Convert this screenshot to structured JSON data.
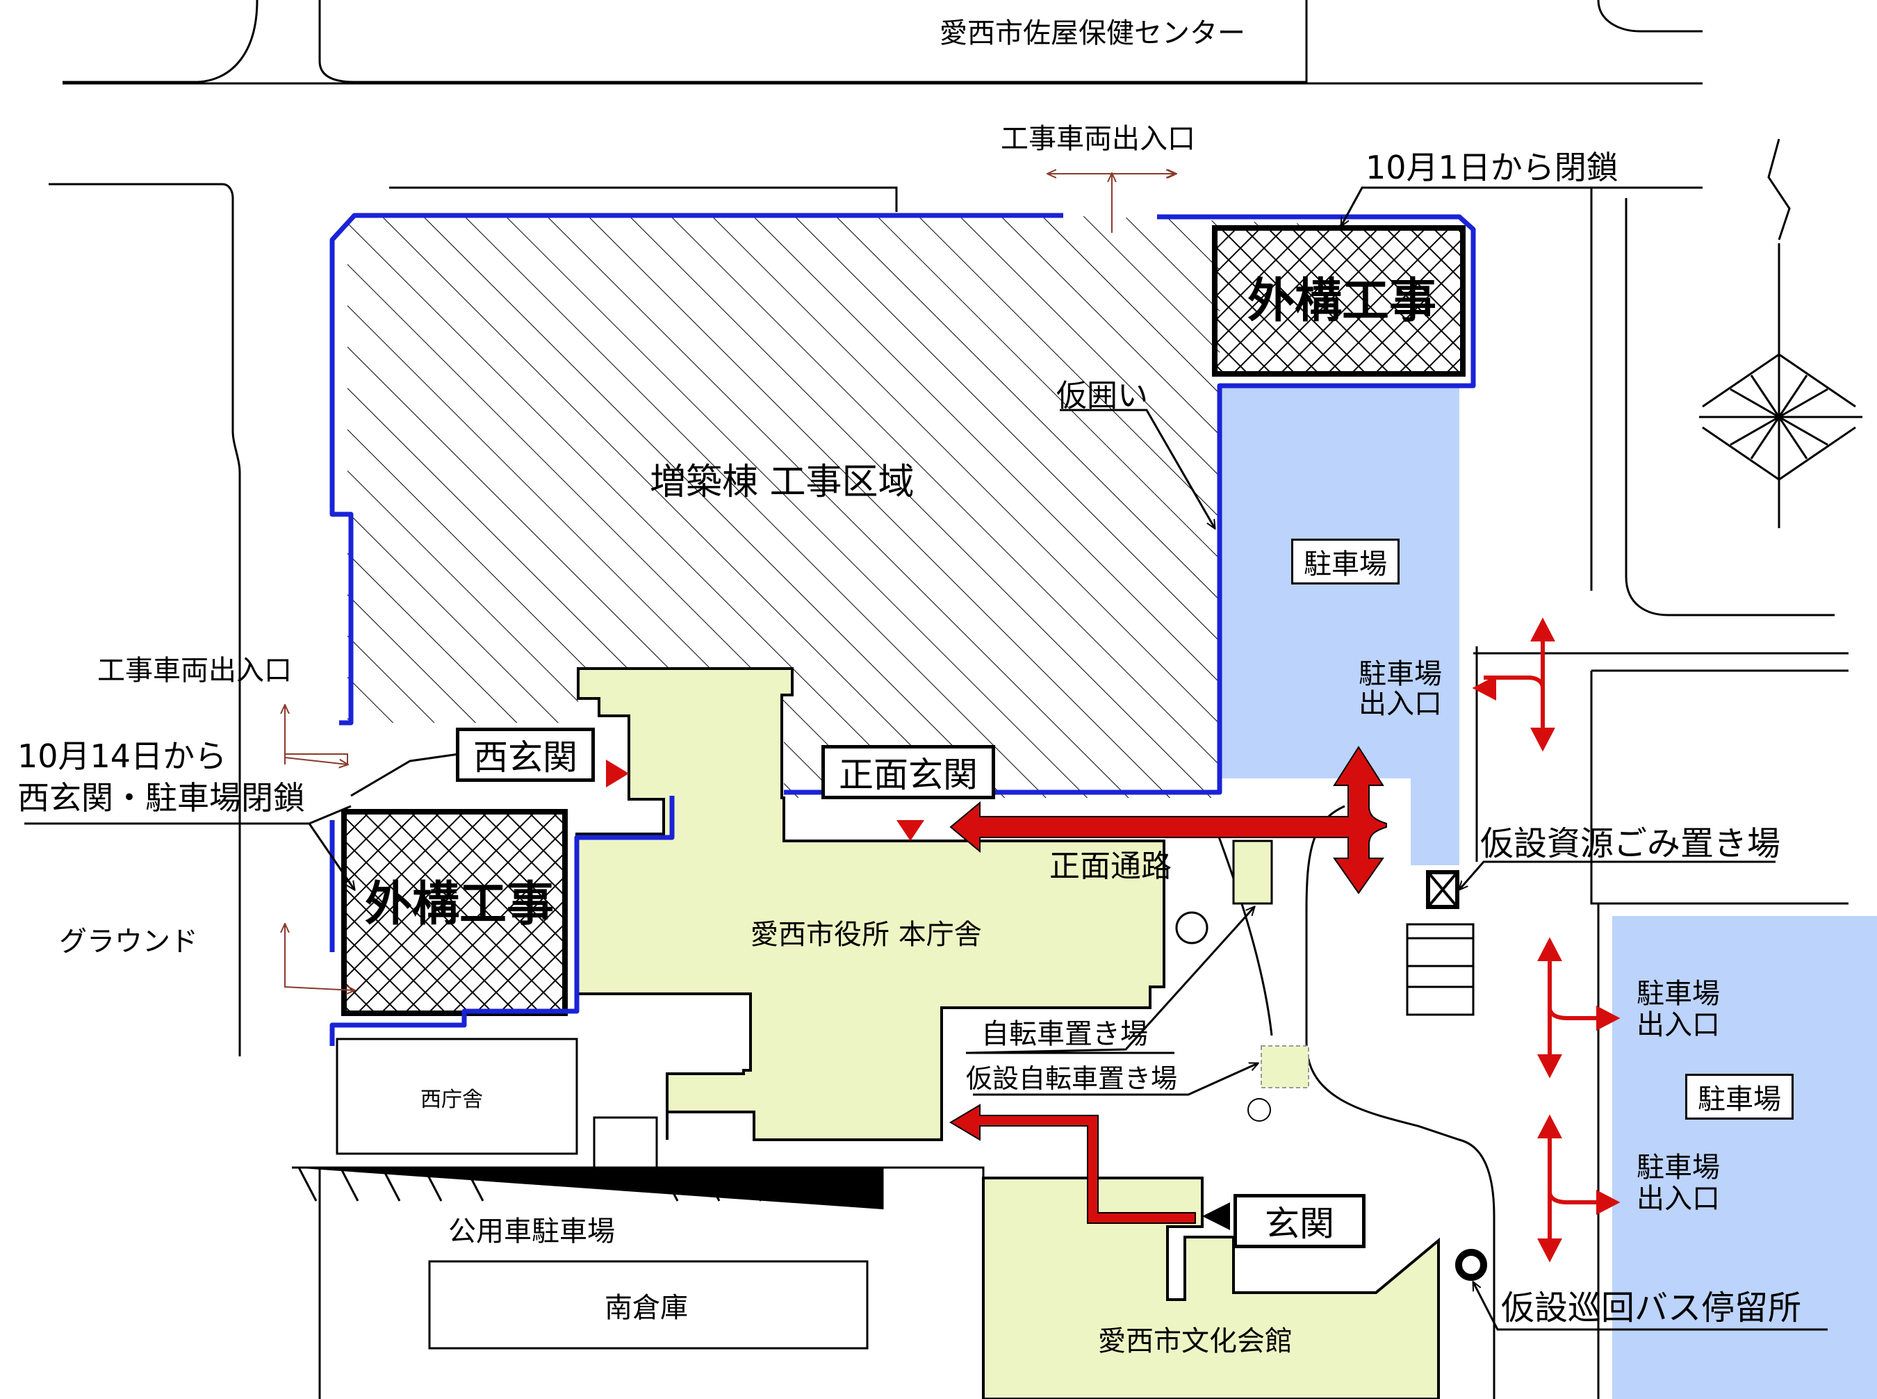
{
  "colors": {
    "building": "#eef5c4",
    "parking": "#bcd3fb",
    "fence": "#1a23d6",
    "route": "#d60d0d",
    "line": "#000000"
  },
  "labels": {
    "health_center": "愛西市佐屋保健センター",
    "vehicle_entrance_top": "工事車両出入口",
    "closed_oct1": "10月1日から閉鎖",
    "exterior_work_top": "外構工事",
    "temp_fence": "仮囲い",
    "annex_work_area": "増築棟 工事区域",
    "parking_east": "駐車場",
    "parking_entrance_1_l1": "駐車場",
    "parking_entrance_1_l2": "出入口",
    "vehicle_entrance_left": "工事車両出入口",
    "closed_oct14_l1": "10月14日から",
    "closed_oct14_l2": "西玄関・駐車場閉鎖",
    "west_entrance": "西玄関",
    "front_entrance": "正面玄関",
    "temp_garbage": "仮設資源ごみ置き場",
    "front_path": "正面通路",
    "exterior_work_left": "外構工事",
    "ground": "グラウンド",
    "city_hall": "愛西市役所 本庁舎",
    "bicycle_parking": "自転車置き場",
    "temp_bicycle_parking": "仮設自転車置き場",
    "parking_entrance_2_l1": "駐車場",
    "parking_entrance_2_l2": "出入口",
    "parking_south": "駐車場",
    "parking_entrance_3_l1": "駐車場",
    "parking_entrance_3_l2": "出入口",
    "west_building": "西庁舎",
    "official_car_parking": "公用車駐車場",
    "culture_entrance": "玄関",
    "south_warehouse": "南倉庫",
    "temp_bus_stop": "仮設巡回バス停留所",
    "culture_hall": "愛西市文化会館"
  }
}
